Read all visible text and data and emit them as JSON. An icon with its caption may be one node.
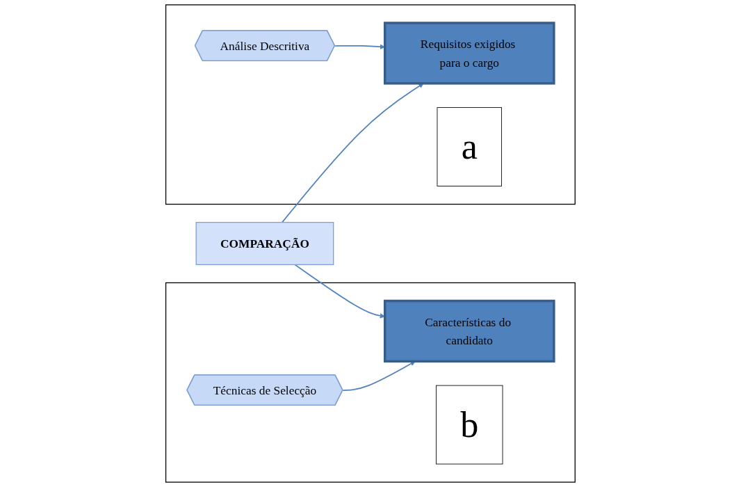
{
  "diagram": {
    "nodes": [
      {
        "text": [],
        "shape": "box"
      },
      {
        "text": [
          "Análise Descritiva"
        ],
        "in": 0
      },
      {
        "text": [
          "Requisitos exigidos para o cargo"
        ],
        "in": 0
      },
      {
        "text": [
          "a"
        ],
        "in": 0
      },
      {
        "text": [
          "COMPARAÇÃO"
        ]
      },
      {
        "text": [],
        "shape": "box"
      },
      {
        "text": [
          "Técnicas de Selecção"
        ],
        "in": 5
      },
      {
        "text": [
          "Características do candidato"
        ],
        "in": 5
      },
      {
        "text": [
          "b"
        ],
        "in": 5
      }
    ],
    "edges": [
      {
        "from": 1,
        "to": 2,
        "arrow": "to"
      },
      {
        "from": 4,
        "to": 2,
        "arrow": "to"
      },
      {
        "from": 4,
        "to": 7,
        "arrow": "to"
      },
      {
        "from": 6,
        "to": 7,
        "arrow": "to"
      }
    ]
  }
}
